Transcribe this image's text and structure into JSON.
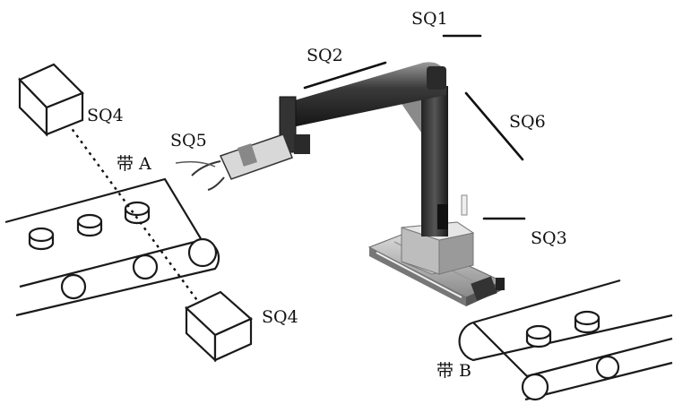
{
  "labels": {
    "sq1": "SQ1",
    "sq2": "SQ2",
    "sq3": "SQ3",
    "sq4_top": "SQ4",
    "sq4_bottom": "SQ4",
    "sq5": "SQ5",
    "sq6": "SQ6",
    "belt_a": "带 A",
    "belt_b": "带 B"
  }
}
